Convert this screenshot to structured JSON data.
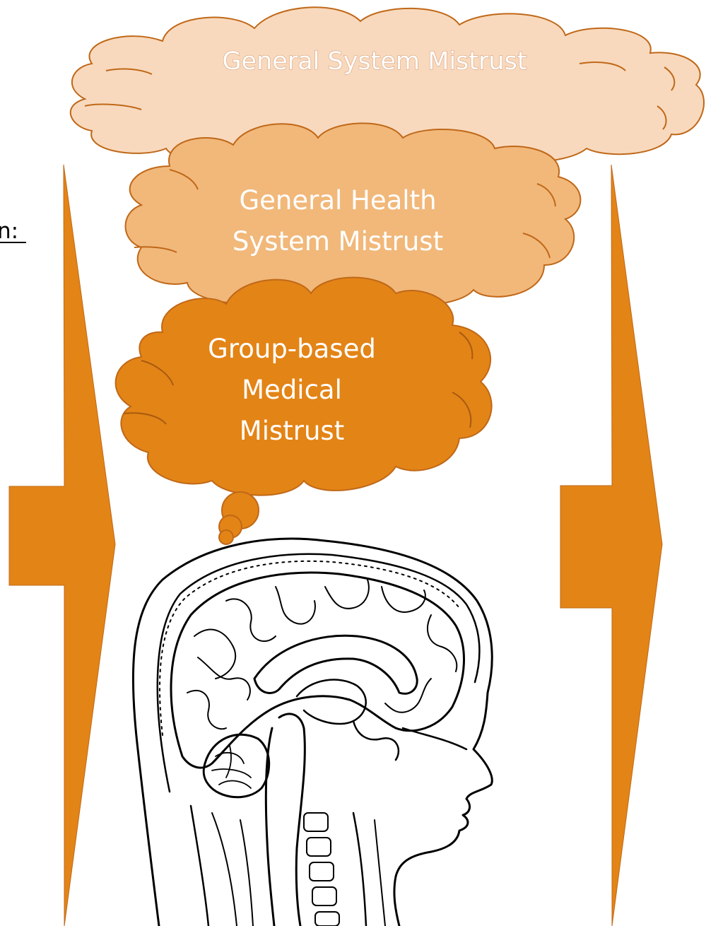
{
  "colors": {
    "arrow": "#e38416",
    "cloud_outer": "#f8d9bd",
    "cloud_middle": "#f1b87a",
    "cloud_inner": "#e38416",
    "cloud_stroke": "#c06818",
    "label_text": "#ffffff"
  },
  "left_edge_label": "n:",
  "clouds": {
    "outer_label": "General System Mistrust",
    "middle_label_line1": "General Health",
    "middle_label_line2": "System Mistrust",
    "inner_label_line1": "Group-based",
    "inner_label_line2": "Medical",
    "inner_label_line3": "Mistrust"
  },
  "illustration": {
    "icon": "brain-head-cross-section-icon"
  }
}
